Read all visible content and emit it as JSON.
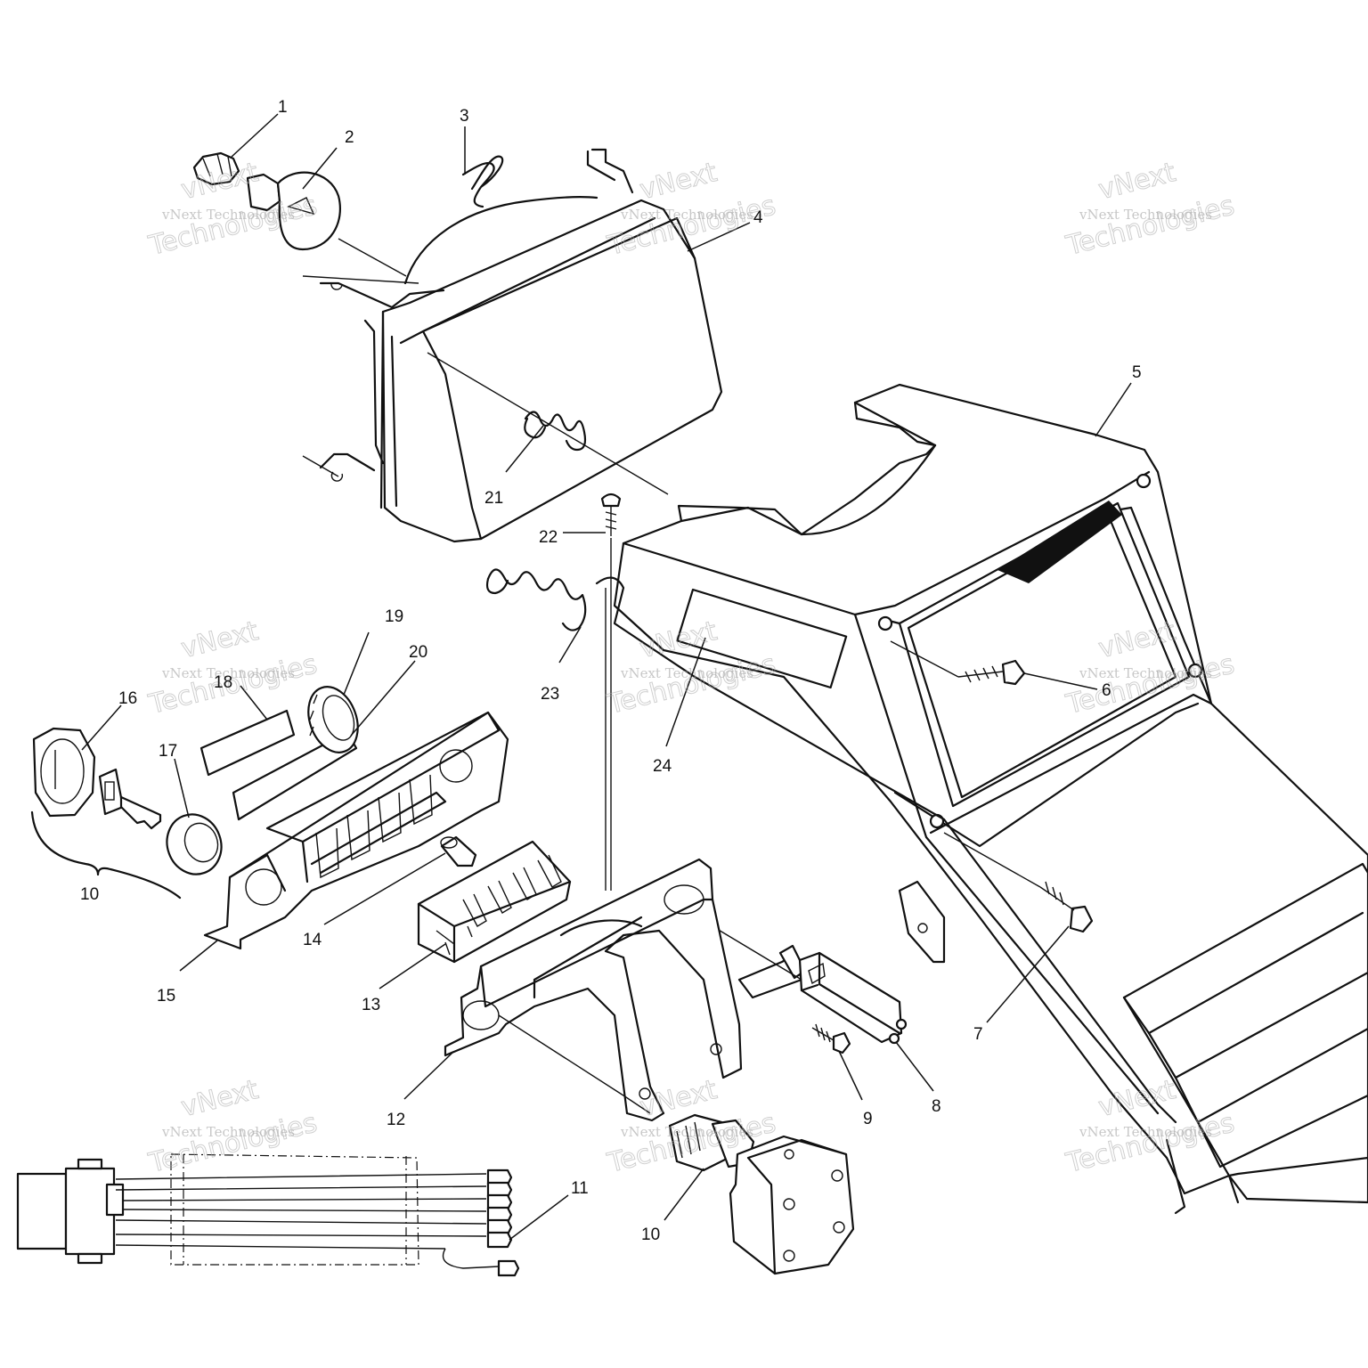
{
  "diagram": {
    "watermark": {
      "line1": "vNext",
      "line2": "vNext Technologies",
      "line3": "Technologies"
    },
    "callouts": [
      {
        "id": "1",
        "label": "1"
      },
      {
        "id": "2",
        "label": "2"
      },
      {
        "id": "3",
        "label": "3"
      },
      {
        "id": "4",
        "label": "4"
      },
      {
        "id": "5",
        "label": "5"
      },
      {
        "id": "6",
        "label": "6"
      },
      {
        "id": "7",
        "label": "7"
      },
      {
        "id": "8",
        "label": "8"
      },
      {
        "id": "9",
        "label": "9"
      },
      {
        "id": "10a",
        "label": "10"
      },
      {
        "id": "10b",
        "label": "10"
      },
      {
        "id": "11",
        "label": "11"
      },
      {
        "id": "12",
        "label": "12"
      },
      {
        "id": "13",
        "label": "13"
      },
      {
        "id": "14",
        "label": "14"
      },
      {
        "id": "15",
        "label": "15"
      },
      {
        "id": "16",
        "label": "16"
      },
      {
        "id": "17",
        "label": "17"
      },
      {
        "id": "18",
        "label": "18"
      },
      {
        "id": "19",
        "label": "19"
      },
      {
        "id": "20",
        "label": "20"
      },
      {
        "id": "21",
        "label": "21"
      },
      {
        "id": "22",
        "label": "22"
      },
      {
        "id": "23",
        "label": "23"
      },
      {
        "id": "24",
        "label": "24"
      }
    ]
  }
}
